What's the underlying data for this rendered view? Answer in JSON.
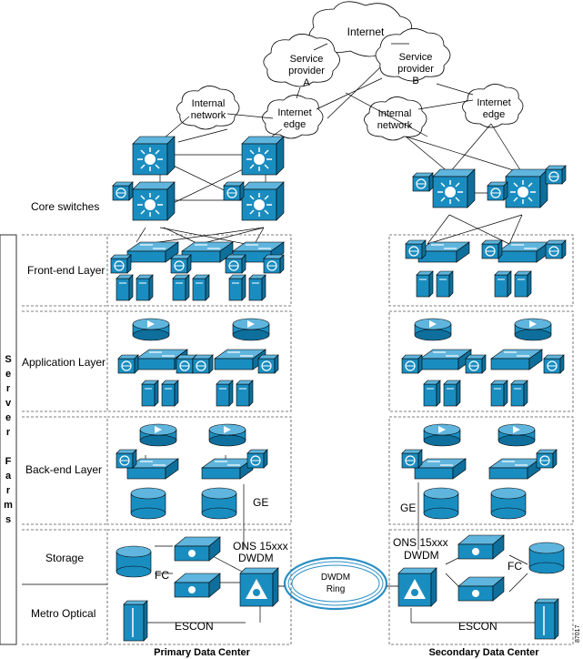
{
  "cloud_labels": {
    "internet": "Internet",
    "sp_a": [
      "Service",
      "provider",
      "A"
    ],
    "sp_b": [
      "Service",
      "provider",
      "B"
    ],
    "internal_left": [
      "Internal",
      "network"
    ],
    "internet_edge_left": [
      "Internet",
      "edge"
    ],
    "internal_right": [
      "Internal",
      "network"
    ],
    "internet_edge_right": [
      "Internet",
      "edge"
    ]
  },
  "layers": {
    "core": "Core switches",
    "front_end": "Front-end Layer",
    "application": "Application Layer",
    "back_end": "Back-end Layer",
    "storage": "Storage",
    "metro": "Metro Optical"
  },
  "server_farms": [
    "S",
    "e",
    "r",
    "v",
    "e",
    "r",
    " ",
    "F",
    "a",
    "r",
    "m",
    "s"
  ],
  "links": {
    "ge_left": "GE",
    "ge_right": "GE",
    "ons_left": [
      "ONS 15xxx",
      "DWDM"
    ],
    "ons_right": [
      "ONS 15xxx",
      "DWDM"
    ],
    "fc_left": "FC",
    "fc_right": "FC",
    "escon_left": "ESCON",
    "escon_right": "ESCON",
    "dwdm_ring": [
      "DWDM",
      "Ring"
    ]
  },
  "captions": {
    "primary": "Primary Data Center",
    "secondary": "Secondary Data Center"
  },
  "figure_id": "87017",
  "colors": {
    "device": "#1a8dc0",
    "device_dark": "#0f6f9c",
    "ring": "#2a8fc4"
  }
}
